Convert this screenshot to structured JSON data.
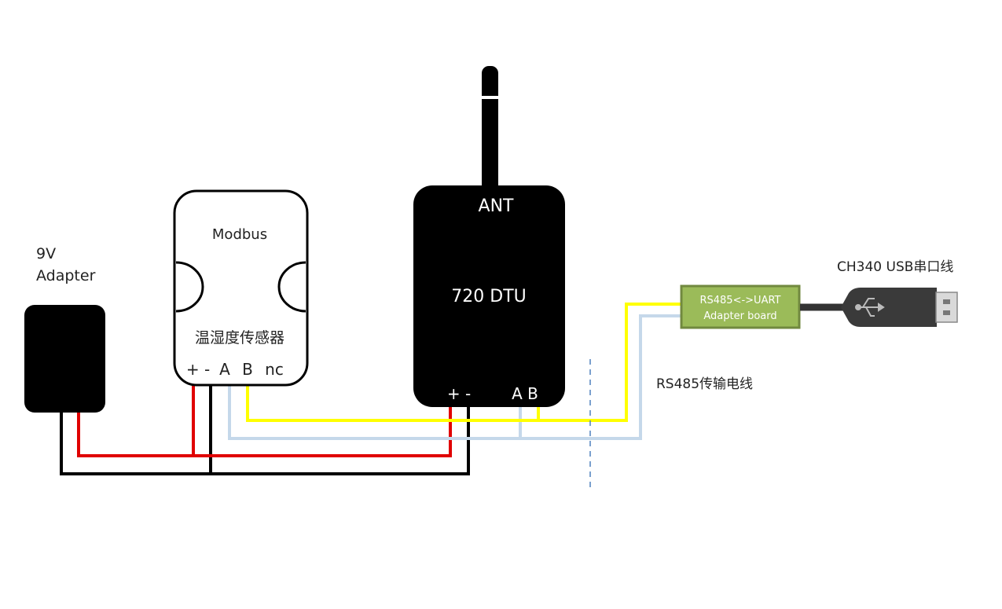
{
  "adapter": {
    "line1": "9V",
    "line2": "Adapter"
  },
  "sensor": {
    "protocol": "Modbus",
    "name": "温湿度传感器",
    "pins": {
      "plus_minus": "+ -",
      "a": "A",
      "b": "B",
      "nc": "nc"
    }
  },
  "dtu": {
    "antenna": "ANT",
    "name": "720 DTU",
    "power_pins": "+ -",
    "data_pins": "A B"
  },
  "converter": {
    "line1": "RS485<->UART",
    "line2": "Adapter board"
  },
  "usb_cable": {
    "label": "CH340 USB串口线"
  },
  "rs485_line": {
    "label": "RS485传输电线"
  },
  "colors": {
    "power_positive": "#e00000",
    "power_negative": "#000000",
    "rs485_a": "#c5d8ea",
    "rs485_b": "#ffff00",
    "converter_fill": "#9bbb59",
    "converter_border": "#71893f",
    "divider": "#4f81bd"
  }
}
